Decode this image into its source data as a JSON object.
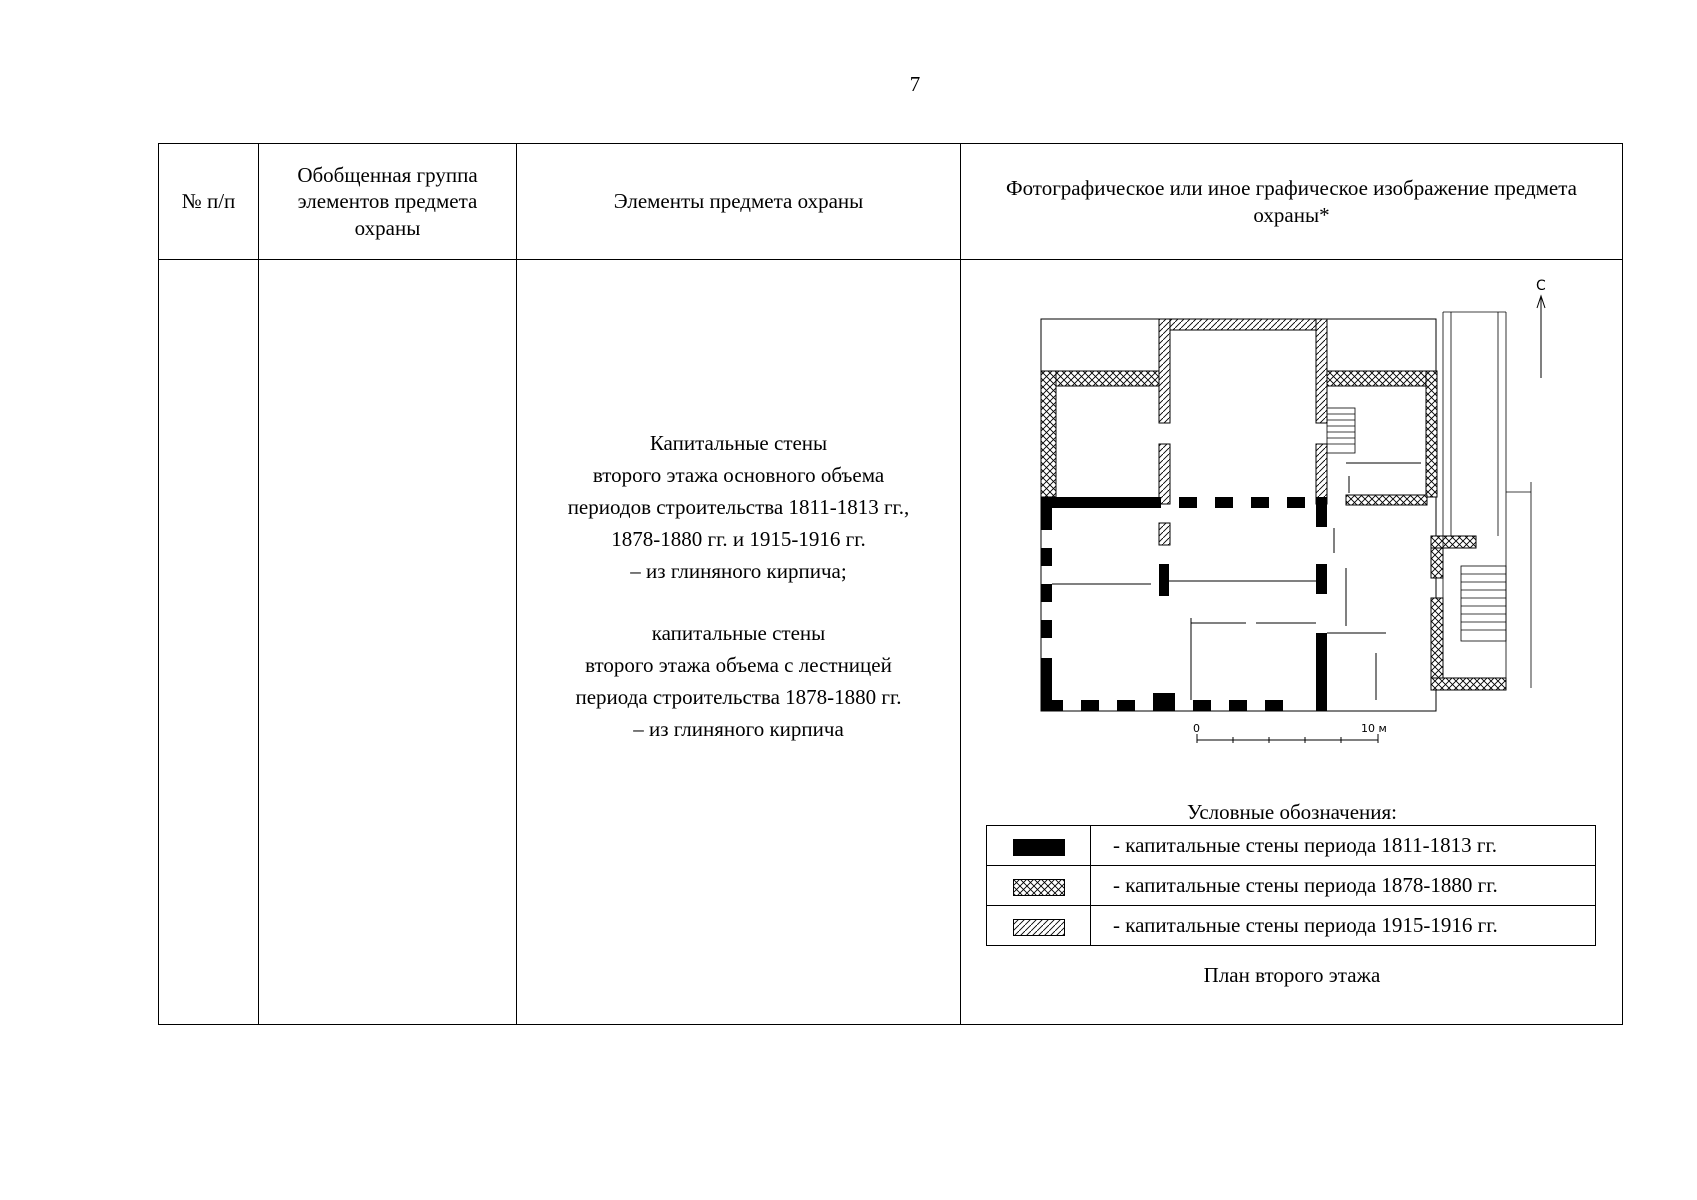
{
  "page_number": "7",
  "table": {
    "headers": {
      "number": "№ п/п",
      "group": "Обобщенная группа элементов предмета охраны",
      "elements": "Элементы предмета охраны",
      "image": "Фотографическое или иное графическое изображение предмета охраны*"
    },
    "row": {
      "number": "",
      "group": "",
      "elements": {
        "block1": [
          "Капитальные стены",
          "второго этажа основного объема",
          "периодов строительства 1811-1813 гг.,",
          "1878-1880 гг. и 1915-1916 гг.",
          "– из глиняного кирпича;"
        ],
        "block2": [
          "капитальные стены",
          "второго этажа объема с лестницей",
          "периода строительства 1878-1880 гг.",
          "– из глиняного кирпича"
        ]
      }
    }
  },
  "plan": {
    "north_label": "С",
    "scale_start": "0",
    "scale_end": "10 м",
    "legend_title": "Условные обозначения:",
    "legend": [
      {
        "pattern": "solid",
        "label": "- капитальные стены периода 1811-1813 гг."
      },
      {
        "pattern": "crosshatch",
        "label": "- капитальные стены периода 1878-1880 гг."
      },
      {
        "pattern": "diagonal",
        "label": "- капитальные стены периода 1915-1916 гг."
      }
    ],
    "caption": "План второго этажа"
  }
}
